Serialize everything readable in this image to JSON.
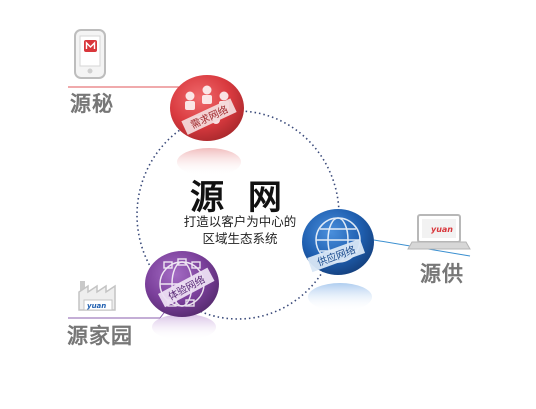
{
  "center": {
    "title": "源 网",
    "subtitle_line1": "打造以客户为中心的",
    "subtitle_line2": "区域生态系统"
  },
  "nodes": {
    "demand": {
      "label": "需求网络",
      "color": "#d93a3f"
    },
    "supply": {
      "label": "供应网络",
      "color": "#1f5fb0"
    },
    "experience": {
      "label": "体验网络",
      "color": "#7a3f9a"
    }
  },
  "endpoints": {
    "yuanmi": {
      "label": "源秘",
      "icon": "mobile-phone-icon",
      "line_color": "#e0555a"
    },
    "yuangong": {
      "label": "源供",
      "icon": "laptop-icon",
      "screen_text": "yuan",
      "line_color": "#3a8fd0"
    },
    "yuanjiayuan": {
      "label": "源家园",
      "icon": "factory-icon",
      "sign_text": "yuan",
      "line_color": "#8a5cae"
    }
  }
}
